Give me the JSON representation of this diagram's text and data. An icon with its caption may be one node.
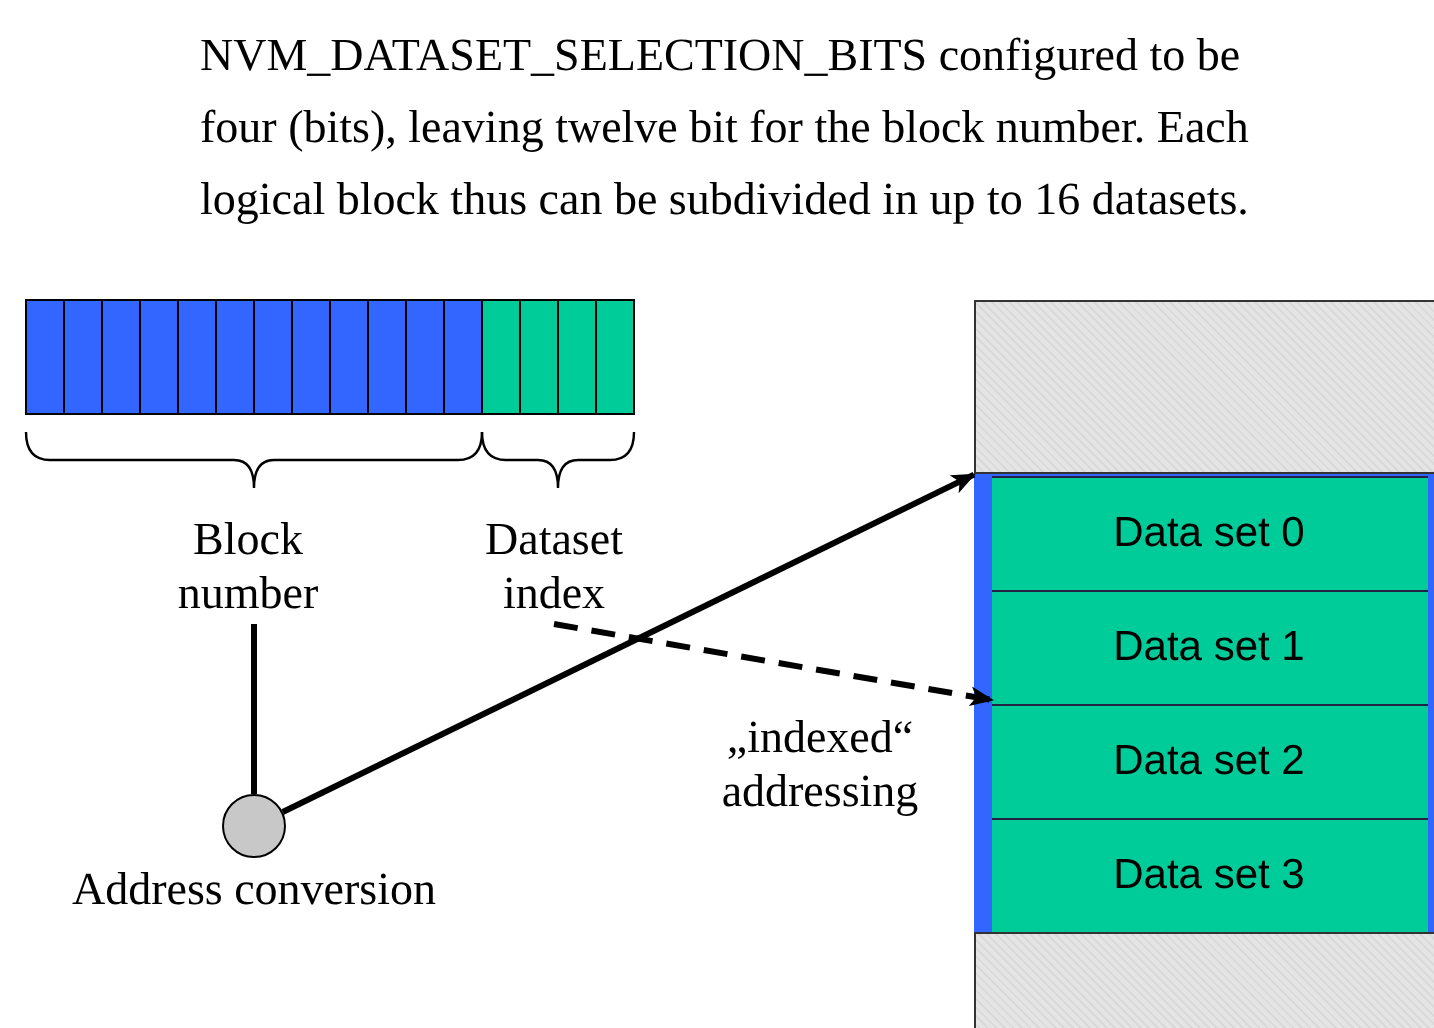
{
  "diagram": {
    "nodes": [
      {
        "text": [],
        "shape": "box"
      },
      {
        "text": [],
        "shape": "box",
        "in": 0
      },
      {
        "text": [
          "Data set 0"
        ],
        "in": 1
      },
      {
        "text": [
          "Data set 1"
        ],
        "in": 1
      },
      {
        "text": [
          "Data set 2"
        ],
        "in": 1
      },
      {
        "text": [
          "Data set 3"
        ],
        "in": 1
      },
      {
        "text": [
          "Block number"
        ]
      },
      {
        "text": [
          "Dataset index"
        ]
      },
      {
        "text": [],
        "shape": "circle",
        "beside": [
          "Address conversion"
        ]
      }
    ],
    "edges": [
      {
        "from": 6,
        "to": 8,
        "arrow": "none"
      },
      {
        "from": 8,
        "to": 1,
        "arrow": "to"
      },
      {
        "from": 7,
        "to": 4,
        "arrow": "to",
        "style": "dashed",
        "label": "„indexed“ addressing"
      }
    ],
    "labels": [
      "NVM_DATASET_SELECTION_BITS configured to be four (bits), leaving twelve bit for the block number. Each logical block thus can be subdivided in up to 16 datasets."
    ]
  }
}
